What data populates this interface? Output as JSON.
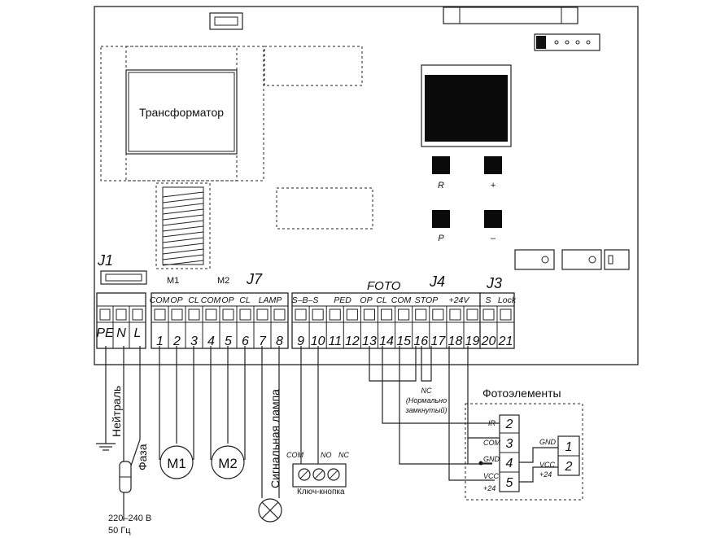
{
  "board": {
    "transformer_label": "Трансформатор",
    "buttons": [
      "R",
      "+",
      "P",
      "–"
    ]
  },
  "j1": {
    "title": "J1",
    "pins": [
      "PE",
      "N",
      "L"
    ]
  },
  "j7": {
    "title": "J7",
    "motor_labels": [
      "M1",
      "M2"
    ],
    "signals": [
      "COM",
      "OP",
      "CL",
      "COM",
      "OP",
      "CL",
      "LAMP"
    ],
    "numbers": [
      "1",
      "2",
      "3",
      "4",
      "5",
      "6",
      "7",
      "8"
    ]
  },
  "j4": {
    "title": "J4",
    "foto_label": "FOTO",
    "signals": [
      "S–B–S",
      "PED",
      "OP",
      "CL",
      "COM",
      "STOP",
      "+24V"
    ],
    "numbers": [
      "9",
      "10",
      "11",
      "12",
      "13",
      "14",
      "15",
      "16",
      "17",
      "18",
      "19"
    ]
  },
  "j3": {
    "title": "J3",
    "signals": [
      "S",
      "Lock"
    ],
    "numbers": [
      "20",
      "21"
    ]
  },
  "power": {
    "neutral": "Нейтраль",
    "phase": "Фаза",
    "voltage": "220–240 В",
    "frequency": "50 Гц"
  },
  "motors": [
    "M1",
    "M2"
  ],
  "lamp_label": "Сигнальная лампа",
  "key_button": {
    "label": "Ключ-кнопка",
    "terms": [
      "COM",
      "NO",
      "NC"
    ]
  },
  "nc_note": [
    "NC",
    "(Нормально",
    "замкнутый)"
  ],
  "photo": {
    "title": "Фотоэлементы",
    "tx_terms": [
      "2",
      "3",
      "4",
      "5"
    ],
    "tx_labels": [
      "IR",
      "COM",
      "GND",
      "VCC",
      "+24"
    ],
    "rx_terms": [
      "1",
      "2"
    ],
    "rx_labels": [
      "GND",
      "VCC",
      "+24"
    ]
  }
}
